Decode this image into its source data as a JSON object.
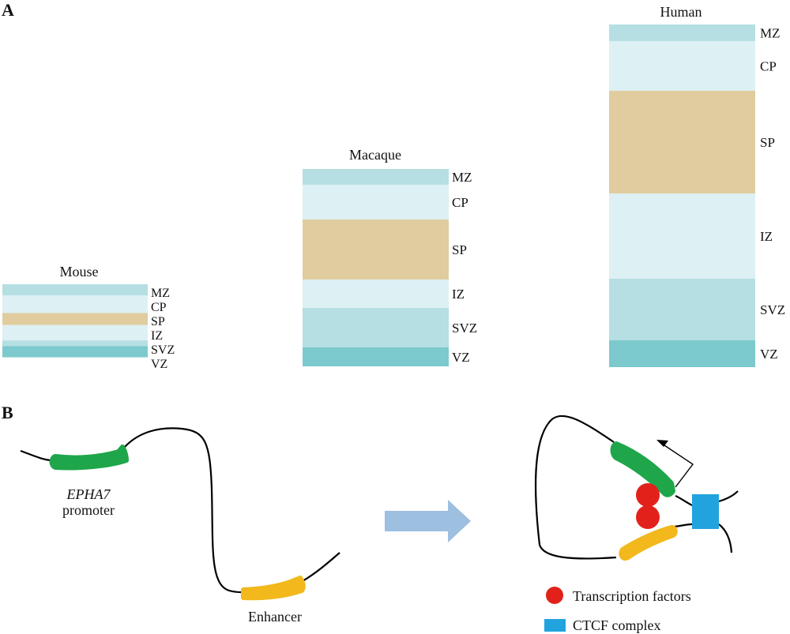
{
  "panels": {
    "a": {
      "label": "A",
      "colors": {
        "MZ": "#b5dfe2",
        "CP": "#ddf0f3",
        "SP": "#e0cc9e",
        "IZ": "#ddf0f3",
        "SVZ": "#b5dfe2",
        "VZ": "#7ccacd"
      },
      "species": [
        {
          "name": "Mouse",
          "layers": [
            {
              "zone": "MZ",
              "label": "MZ",
              "relative_thickness": 16
            },
            {
              "zone": "CP",
              "label": "CP",
              "relative_thickness": 25
            },
            {
              "zone": "SP",
              "label": "SP",
              "relative_thickness": 17
            },
            {
              "zone": "IZ",
              "label": "IZ",
              "relative_thickness": 22
            },
            {
              "zone": "SVZ",
              "label": "SVZ",
              "relative_thickness": 8
            },
            {
              "zone": "VZ",
              "label": "VZ",
              "relative_thickness": 16
            }
          ]
        },
        {
          "name": "Macaque",
          "layers": [
            {
              "zone": "MZ",
              "label": "MZ",
              "relative_thickness": 20
            },
            {
              "zone": "CP",
              "label": "CP",
              "relative_thickness": 44
            },
            {
              "zone": "SP",
              "label": "SP",
              "relative_thickness": 76
            },
            {
              "zone": "IZ",
              "label": "IZ",
              "relative_thickness": 36
            },
            {
              "zone": "SVZ",
              "label": "SVZ",
              "relative_thickness": 50
            },
            {
              "zone": "VZ",
              "label": "VZ",
              "relative_thickness": 24
            }
          ]
        },
        {
          "name": "Human",
          "layers": [
            {
              "zone": "MZ",
              "label": "MZ",
              "relative_thickness": 21
            },
            {
              "zone": "CP",
              "label": "CP",
              "relative_thickness": 63
            },
            {
              "zone": "SP",
              "label": "SP",
              "relative_thickness": 130
            },
            {
              "zone": "IZ",
              "label": "IZ",
              "relative_thickness": 108
            },
            {
              "zone": "SVZ",
              "label": "SVZ",
              "relative_thickness": 78
            },
            {
              "zone": "VZ",
              "label": "VZ",
              "relative_thickness": 34
            }
          ]
        }
      ]
    },
    "b": {
      "label": "B",
      "promoter_gene": "EPHA7",
      "promoter_word": "promoter",
      "enhancer_label": "Enhancer",
      "colors": {
        "promoter": "#1fa64b",
        "enhancer": "#f2b81c",
        "transcription_factor": "#e3211b",
        "ctcf": "#21a3de",
        "arrow": "#9dbfe0",
        "dna": "#000000"
      },
      "legend": [
        {
          "symbol": "red-circle",
          "label": "Transcription factors"
        },
        {
          "symbol": "blue-square",
          "label": "CTCF complex"
        }
      ]
    }
  }
}
